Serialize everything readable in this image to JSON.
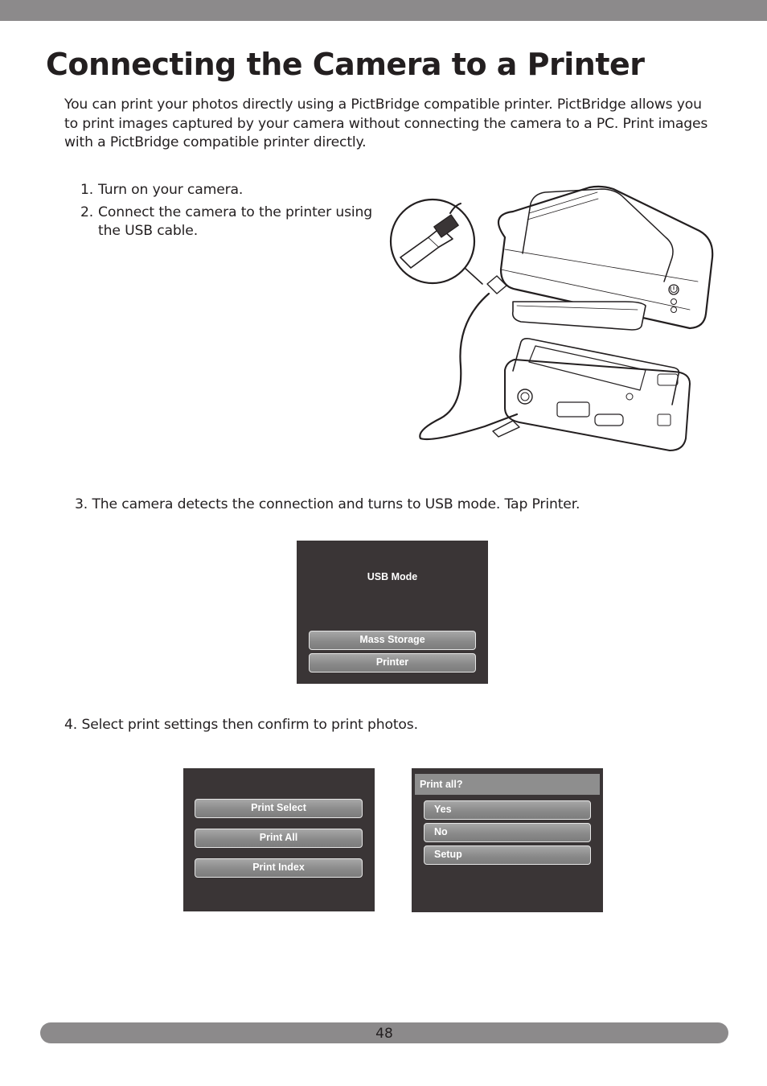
{
  "page": {
    "title": "Connecting the Camera to a Printer",
    "intro": "You can print your photos directly using a PictBridge compatible printer. PictBridge allows you to print images captured by your camera without connecting the camera to a PC. Print images with a PictBridge compatible printer directly.",
    "page_number": "48"
  },
  "steps": [
    {
      "num": "1.",
      "text": "Turn on your camera."
    },
    {
      "num": "2.",
      "text": "Connect the camera to the printer using the USB cable."
    },
    {
      "num": "3.",
      "text": "The camera detects the connection and turns to USB mode. Tap Printer."
    },
    {
      "num": "4.",
      "text": "Select print settings then confirm to print photos."
    }
  ],
  "usb_screen": {
    "title": "USB Mode",
    "buttons": [
      "Mass Storage",
      "Printer"
    ]
  },
  "print_screen": {
    "buttons": [
      "Print Select",
      "Print All",
      "Print Index"
    ]
  },
  "confirm_screen": {
    "header": "Print all?",
    "buttons": [
      "Yes",
      "No",
      "Setup"
    ]
  },
  "colors": {
    "bar": "#8c8a8b",
    "screen_bg": "#3a3536",
    "button": "#8a8a8a"
  },
  "icons": [
    "usb-plug-icon",
    "printer-illustration",
    "camera-illustration",
    "power-icon"
  ]
}
